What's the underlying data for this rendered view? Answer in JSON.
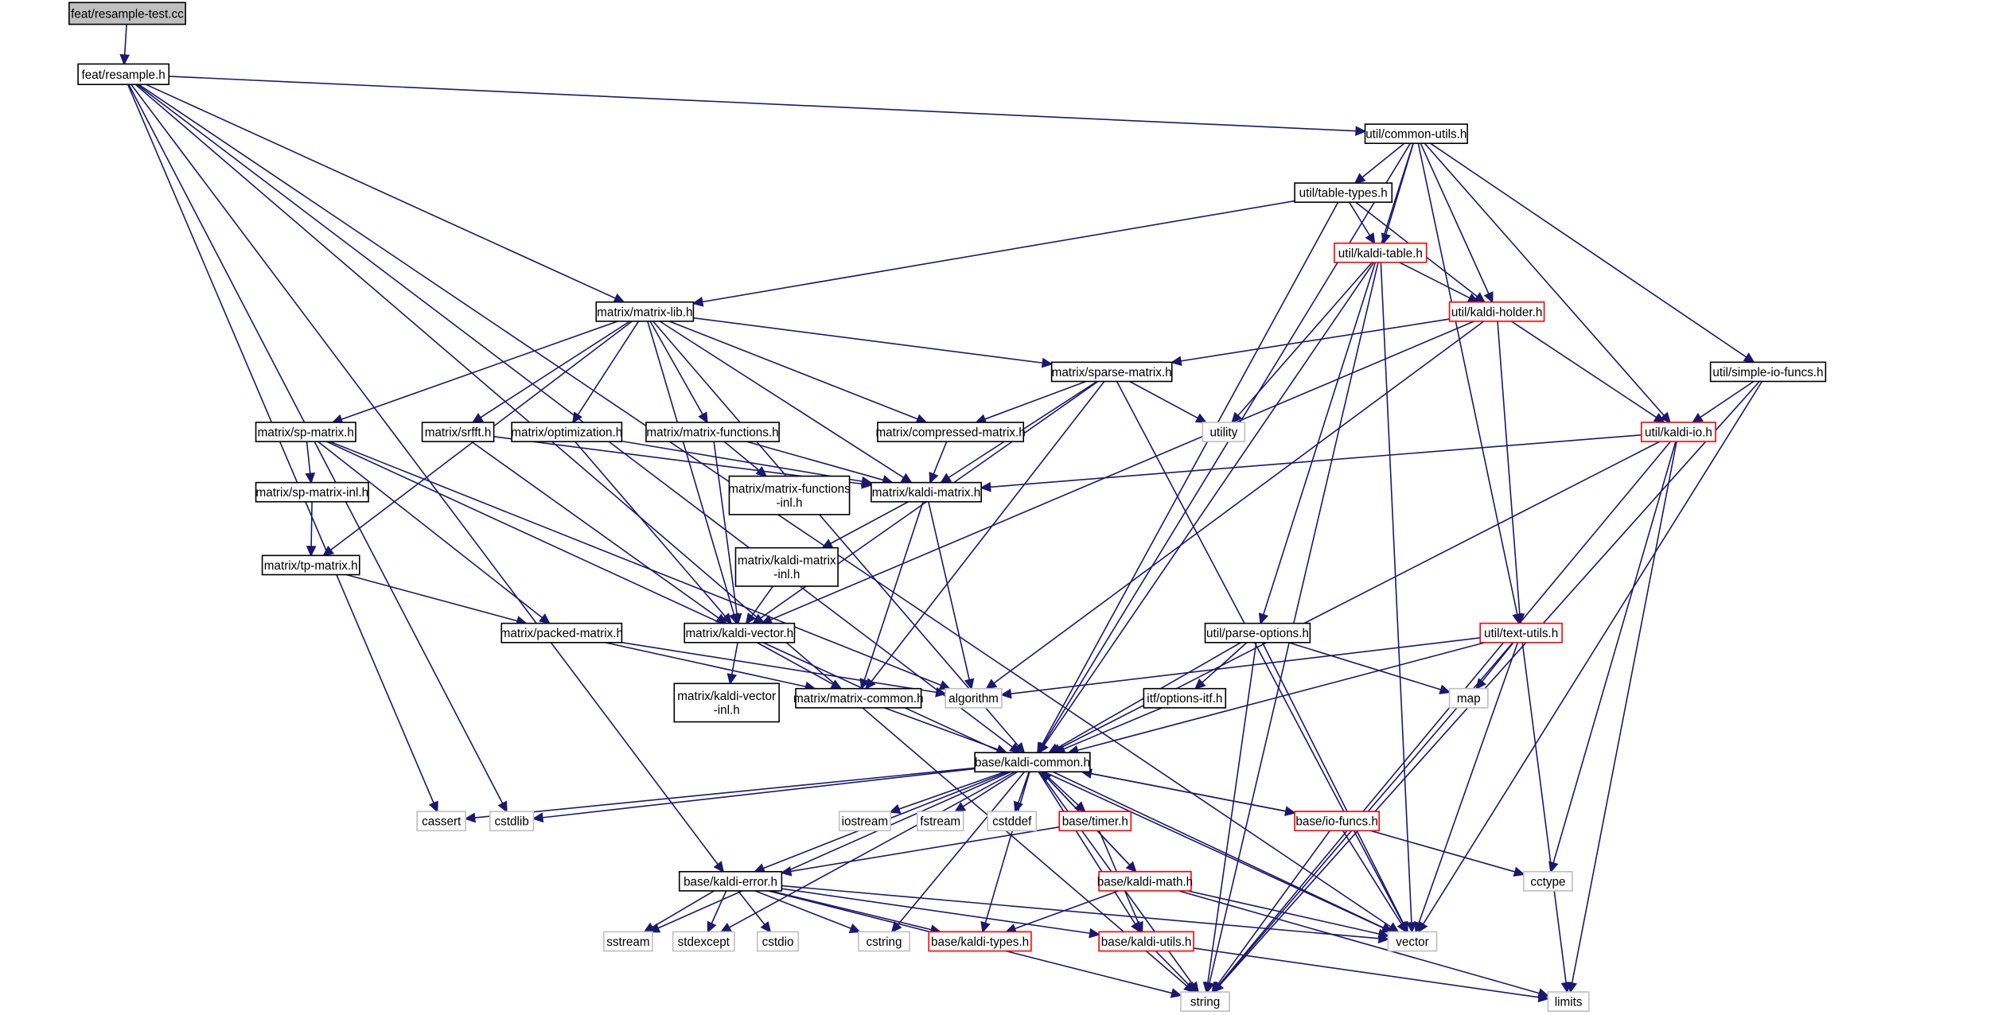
{
  "title": "Include dependency graph for feat/resample-test.cc",
  "colors": {
    "edge": "#191970",
    "root_fill": "#bfbfbf",
    "root_border": "#000000",
    "documented_border": "#000000",
    "red_border": "#ff0000",
    "system_border": "#bfbfbf",
    "node_fill": "#ffffff"
  },
  "nodes": [
    {
      "id": "root",
      "label": [
        "feat/resample-test.cc"
      ],
      "kind": "root"
    },
    {
      "id": "resample",
      "label": [
        "feat/resample.h"
      ],
      "kind": "doc"
    },
    {
      "id": "common_utils",
      "label": [
        "util/common-utils.h"
      ],
      "kind": "doc"
    },
    {
      "id": "table_types",
      "label": [
        "util/table-types.h"
      ],
      "kind": "doc"
    },
    {
      "id": "kaldi_table",
      "label": [
        "util/kaldi-table.h"
      ],
      "kind": "red"
    },
    {
      "id": "kaldi_holder",
      "label": [
        "util/kaldi-holder.h"
      ],
      "kind": "red"
    },
    {
      "id": "simple_io",
      "label": [
        "util/simple-io-funcs.h"
      ],
      "kind": "doc"
    },
    {
      "id": "kaldi_io",
      "label": [
        "util/kaldi-io.h"
      ],
      "kind": "red"
    },
    {
      "id": "matrix_lib",
      "label": [
        "matrix/matrix-lib.h"
      ],
      "kind": "doc"
    },
    {
      "id": "sparse_matrix",
      "label": [
        "matrix/sparse-matrix.h"
      ],
      "kind": "doc"
    },
    {
      "id": "utility",
      "label": [
        "utility"
      ],
      "kind": "sys"
    },
    {
      "id": "sp_matrix",
      "label": [
        "matrix/sp-matrix.h"
      ],
      "kind": "doc"
    },
    {
      "id": "srfft",
      "label": [
        "matrix/srfft.h"
      ],
      "kind": "doc"
    },
    {
      "id": "optimization",
      "label": [
        "matrix/optimization.h"
      ],
      "kind": "doc"
    },
    {
      "id": "matrix_functions",
      "label": [
        "matrix/matrix-functions.h"
      ],
      "kind": "doc"
    },
    {
      "id": "compressed_matrix",
      "label": [
        "matrix/compressed-matrix.h"
      ],
      "kind": "doc"
    },
    {
      "id": "sp_matrix_inl",
      "label": [
        "matrix/sp-matrix-inl.h"
      ],
      "kind": "doc"
    },
    {
      "id": "matrix_functions_inl",
      "label": [
        "matrix/matrix-functions",
        "-inl.h"
      ],
      "kind": "doc"
    },
    {
      "id": "kaldi_matrix",
      "label": [
        "matrix/kaldi-matrix.h"
      ],
      "kind": "doc"
    },
    {
      "id": "tp_matrix",
      "label": [
        "matrix/tp-matrix.h"
      ],
      "kind": "doc"
    },
    {
      "id": "kaldi_matrix_inl",
      "label": [
        "matrix/kaldi-matrix",
        "-inl.h"
      ],
      "kind": "doc"
    },
    {
      "id": "packed_matrix",
      "label": [
        "matrix/packed-matrix.h"
      ],
      "kind": "doc"
    },
    {
      "id": "kaldi_vector",
      "label": [
        "matrix/kaldi-vector.h"
      ],
      "kind": "doc"
    },
    {
      "id": "parse_options",
      "label": [
        "util/parse-options.h"
      ],
      "kind": "doc"
    },
    {
      "id": "text_utils",
      "label": [
        "util/text-utils.h"
      ],
      "kind": "red"
    },
    {
      "id": "kaldi_vector_inl",
      "label": [
        "matrix/kaldi-vector",
        "-inl.h"
      ],
      "kind": "doc"
    },
    {
      "id": "matrix_common",
      "label": [
        "matrix/matrix-common.h"
      ],
      "kind": "doc"
    },
    {
      "id": "algorithm",
      "label": [
        "algorithm"
      ],
      "kind": "sys"
    },
    {
      "id": "options_itf",
      "label": [
        "itf/options-itf.h"
      ],
      "kind": "doc"
    },
    {
      "id": "map",
      "label": [
        "map"
      ],
      "kind": "sys"
    },
    {
      "id": "kaldi_common",
      "label": [
        "base/kaldi-common.h"
      ],
      "kind": "doc"
    },
    {
      "id": "cassert",
      "label": [
        "cassert"
      ],
      "kind": "sys"
    },
    {
      "id": "cstdlib",
      "label": [
        "cstdlib"
      ],
      "kind": "sys"
    },
    {
      "id": "iostream",
      "label": [
        "iostream"
      ],
      "kind": "sys"
    },
    {
      "id": "fstream",
      "label": [
        "fstream"
      ],
      "kind": "sys"
    },
    {
      "id": "cstddef",
      "label": [
        "cstddef"
      ],
      "kind": "sys"
    },
    {
      "id": "timer",
      "label": [
        "base/timer.h"
      ],
      "kind": "red"
    },
    {
      "id": "io_funcs",
      "label": [
        "base/io-funcs.h"
      ],
      "kind": "red"
    },
    {
      "id": "cctype",
      "label": [
        "cctype"
      ],
      "kind": "sys"
    },
    {
      "id": "kaldi_error",
      "label": [
        "base/kaldi-error.h"
      ],
      "kind": "doc"
    },
    {
      "id": "kaldi_math",
      "label": [
        "base/kaldi-math.h"
      ],
      "kind": "red"
    },
    {
      "id": "sstream",
      "label": [
        "sstream"
      ],
      "kind": "sys"
    },
    {
      "id": "stdexcept",
      "label": [
        "stdexcept"
      ],
      "kind": "sys"
    },
    {
      "id": "cstdio",
      "label": [
        "cstdio"
      ],
      "kind": "sys"
    },
    {
      "id": "cstring",
      "label": [
        "cstring"
      ],
      "kind": "sys"
    },
    {
      "id": "kaldi_types",
      "label": [
        "base/kaldi-types.h"
      ],
      "kind": "red"
    },
    {
      "id": "kaldi_utils",
      "label": [
        "base/kaldi-utils.h"
      ],
      "kind": "red"
    },
    {
      "id": "vector",
      "label": [
        "vector"
      ],
      "kind": "sys"
    },
    {
      "id": "string",
      "label": [
        "string"
      ],
      "kind": "sys"
    },
    {
      "id": "limits",
      "label": [
        "limits"
      ],
      "kind": "sys"
    }
  ],
  "edges": [
    [
      "root",
      "resample"
    ],
    [
      "resample",
      "common_utils"
    ],
    [
      "resample",
      "matrix_lib"
    ],
    [
      "resample",
      "vector"
    ],
    [
      "resample",
      "cassert"
    ],
    [
      "resample",
      "cstdlib"
    ],
    [
      "resample",
      "string"
    ],
    [
      "resample",
      "kaldi_common"
    ],
    [
      "resample",
      "kaldi_error"
    ],
    [
      "common_utils",
      "table_types"
    ],
    [
      "common_utils",
      "kaldi_table"
    ],
    [
      "common_utils",
      "kaldi_holder"
    ],
    [
      "common_utils",
      "kaldi_io"
    ],
    [
      "common_utils",
      "simple_io"
    ],
    [
      "common_utils",
      "parse_options"
    ],
    [
      "common_utils",
      "text_utils"
    ],
    [
      "common_utils",
      "kaldi_common"
    ],
    [
      "table_types",
      "kaldi_table"
    ],
    [
      "table_types",
      "kaldi_holder"
    ],
    [
      "table_types",
      "matrix_lib"
    ],
    [
      "table_types",
      "kaldi_common"
    ],
    [
      "kaldi_table",
      "kaldi_holder"
    ],
    [
      "kaldi_table",
      "utility"
    ],
    [
      "kaldi_table",
      "kaldi_common"
    ],
    [
      "kaldi_table",
      "vector"
    ],
    [
      "kaldi_table",
      "string"
    ],
    [
      "kaldi_holder",
      "kaldi_io"
    ],
    [
      "kaldi_holder",
      "text_utils"
    ],
    [
      "kaldi_holder",
      "sparse_matrix"
    ],
    [
      "kaldi_holder",
      "kaldi_vector"
    ],
    [
      "kaldi_holder",
      "algorithm"
    ],
    [
      "simple_io",
      "kaldi_io"
    ],
    [
      "simple_io",
      "vector"
    ],
    [
      "simple_io",
      "string"
    ],
    [
      "kaldi_io",
      "kaldi_matrix"
    ],
    [
      "kaldi_io",
      "kaldi_common"
    ],
    [
      "kaldi_io",
      "cctype"
    ],
    [
      "kaldi_io",
      "string"
    ],
    [
      "kaldi_io",
      "limits"
    ],
    [
      "matrix_lib",
      "sp_matrix"
    ],
    [
      "matrix_lib",
      "srfft"
    ],
    [
      "matrix_lib",
      "optimization"
    ],
    [
      "matrix_lib",
      "matrix_functions"
    ],
    [
      "matrix_lib",
      "compressed_matrix"
    ],
    [
      "matrix_lib",
      "sparse_matrix"
    ],
    [
      "matrix_lib",
      "kaldi_matrix"
    ],
    [
      "matrix_lib",
      "tp_matrix"
    ],
    [
      "matrix_lib",
      "kaldi_vector"
    ],
    [
      "matrix_lib",
      "kaldi_common"
    ],
    [
      "sparse_matrix",
      "compressed_matrix"
    ],
    [
      "sparse_matrix",
      "kaldi_matrix"
    ],
    [
      "sparse_matrix",
      "utility"
    ],
    [
      "sparse_matrix",
      "kaldi_vector"
    ],
    [
      "sparse_matrix",
      "matrix_common"
    ],
    [
      "sparse_matrix",
      "vector"
    ],
    [
      "sp_matrix",
      "sp_matrix_inl"
    ],
    [
      "sp_matrix",
      "packed_matrix"
    ],
    [
      "sp_matrix",
      "algorithm"
    ],
    [
      "sp_matrix",
      "vector"
    ],
    [
      "sp_matrix_inl",
      "tp_matrix"
    ],
    [
      "tp_matrix",
      "packed_matrix"
    ],
    [
      "srfft",
      "kaldi_matrix"
    ],
    [
      "srfft",
      "kaldi_vector"
    ],
    [
      "optimization",
      "kaldi_matrix"
    ],
    [
      "optimization",
      "kaldi_vector"
    ],
    [
      "matrix_functions",
      "matrix_functions_inl"
    ],
    [
      "matrix_functions",
      "kaldi_matrix"
    ],
    [
      "matrix_functions",
      "kaldi_vector"
    ],
    [
      "compressed_matrix",
      "kaldi_matrix"
    ],
    [
      "kaldi_matrix",
      "kaldi_matrix_inl"
    ],
    [
      "kaldi_matrix",
      "matrix_common"
    ],
    [
      "kaldi_matrix",
      "algorithm"
    ],
    [
      "kaldi_matrix_inl",
      "kaldi_vector"
    ],
    [
      "packed_matrix",
      "matrix_common"
    ],
    [
      "packed_matrix",
      "algorithm"
    ],
    [
      "kaldi_vector",
      "kaldi_vector_inl"
    ],
    [
      "kaldi_vector",
      "matrix_common"
    ],
    [
      "matrix_common",
      "kaldi_common"
    ],
    [
      "parse_options",
      "options_itf"
    ],
    [
      "parse_options",
      "map"
    ],
    [
      "parse_options",
      "kaldi_common"
    ],
    [
      "parse_options",
      "vector"
    ],
    [
      "parse_options",
      "string"
    ],
    [
      "options_itf",
      "kaldi_common"
    ],
    [
      "text_utils",
      "map"
    ],
    [
      "text_utils",
      "algorithm"
    ],
    [
      "text_utils",
      "kaldi_common"
    ],
    [
      "text_utils",
      "vector"
    ],
    [
      "text_utils",
      "string"
    ],
    [
      "text_utils",
      "limits"
    ],
    [
      "kaldi_common",
      "cassert"
    ],
    [
      "kaldi_common",
      "cstdlib"
    ],
    [
      "kaldi_common",
      "iostream"
    ],
    [
      "kaldi_common",
      "fstream"
    ],
    [
      "kaldi_common",
      "cstddef"
    ],
    [
      "kaldi_common",
      "timer"
    ],
    [
      "kaldi_common",
      "io_funcs"
    ],
    [
      "kaldi_common",
      "kaldi_error"
    ],
    [
      "kaldi_common",
      "kaldi_math"
    ],
    [
      "kaldi_common",
      "kaldi_types"
    ],
    [
      "kaldi_common",
      "kaldi_utils"
    ],
    [
      "kaldi_common",
      "sstream"
    ],
    [
      "kaldi_common",
      "stdexcept"
    ],
    [
      "kaldi_common",
      "cstring"
    ],
    [
      "kaldi_common",
      "vector"
    ],
    [
      "kaldi_common",
      "string"
    ],
    [
      "io_funcs",
      "kaldi_common"
    ],
    [
      "io_funcs",
      "cctype"
    ],
    [
      "io_funcs",
      "vector"
    ],
    [
      "io_funcs",
      "string"
    ],
    [
      "timer",
      "kaldi_error"
    ],
    [
      "timer",
      "kaldi_utils"
    ],
    [
      "kaldi_math",
      "kaldi_common"
    ],
    [
      "kaldi_math",
      "kaldi_types"
    ],
    [
      "kaldi_math",
      "vector"
    ],
    [
      "kaldi_math",
      "limits"
    ],
    [
      "kaldi_error",
      "sstream"
    ],
    [
      "kaldi_error",
      "stdexcept"
    ],
    [
      "kaldi_error",
      "cstdio"
    ],
    [
      "kaldi_error",
      "cstring"
    ],
    [
      "kaldi_error",
      "kaldi_types"
    ],
    [
      "kaldi_error",
      "kaldi_utils"
    ],
    [
      "kaldi_error",
      "vector"
    ],
    [
      "kaldi_error",
      "string"
    ],
    [
      "kaldi_utils",
      "string"
    ],
    [
      "kaldi_utils",
      "limits"
    ]
  ]
}
